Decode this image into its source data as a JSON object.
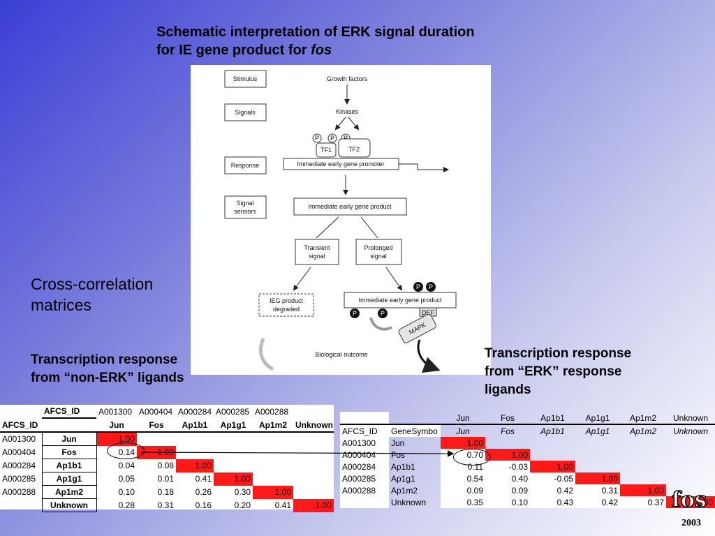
{
  "title": {
    "line1": "Schematic interpretation of ERK signal duration",
    "line2": "for IE gene product for ",
    "italic": "fos"
  },
  "diagram": {
    "labels": {
      "stimulus": "Stimulus",
      "signals": "Signals",
      "response": "Response",
      "signal_sensors_1": "Signal",
      "signal_sensors_2": "sensors",
      "growth_factors": "Growth factors",
      "kinases": "Kinases",
      "tf1": "TF1",
      "tf2": "TF2",
      "p": "P",
      "promoter": "Immediate early gene promoter",
      "product": "Immediate early gene product",
      "transient_1": "Transient",
      "transient_2": "signal",
      "prolonged_1": "Prolonged",
      "prolonged_2": "signal",
      "degraded_1": "IEG product",
      "degraded_2": "degraded",
      "product2": "Immediate early gene product",
      "def": "DEF",
      "mapk": "MAPK",
      "outcome": "Biological outcome"
    }
  },
  "cross_corr": {
    "line1": "Cross-correlation",
    "line2": "matrices"
  },
  "caption_left": {
    "line1": "Transcription response",
    "line2": "from “non-ERK” ligands"
  },
  "caption_right": {
    "line1": "Transcription response",
    "line2": "from “ERK” response",
    "line3": "ligands"
  },
  "left_table": {
    "afcs_header": "AFCS_ID",
    "top_ids": [
      "A001300",
      "A000404",
      "A000284",
      "A000285",
      "A000288"
    ],
    "row_header": "AFCS_ID",
    "columns": [
      "Jun",
      "Fos",
      "Ap1b1",
      "Ap1g1",
      "Ap1m2",
      "Unknown"
    ],
    "rows": [
      {
        "id": "A001300",
        "gene": "Jun",
        "values": [
          "1.00",
          "",
          "",
          "",
          "",
          ""
        ]
      },
      {
        "id": "A000404",
        "gene": "Fos",
        "values": [
          "0.14",
          "1.00",
          "",
          "",
          "",
          ""
        ]
      },
      {
        "id": "A000284",
        "gene": "Ap1b1",
        "values": [
          "0.04",
          "0.08",
          "1.00",
          "",
          "",
          ""
        ]
      },
      {
        "id": "A000285",
        "gene": "Ap1g1",
        "values": [
          "0.05",
          "0.01",
          "0.41",
          "1.00",
          "",
          ""
        ]
      },
      {
        "id": "A000288",
        "gene": "Ap1m2",
        "values": [
          "0.10",
          "0.18",
          "0.26",
          "0.30",
          "1.00",
          ""
        ]
      },
      {
        "id": "",
        "gene": "Unknown",
        "values": [
          "0.28",
          "0.31",
          "0.16",
          "0.20",
          "0.41",
          "1.00"
        ]
      }
    ]
  },
  "right_table": {
    "columns": [
      "Jun",
      "Fos",
      "Ap1b1",
      "Ap1g1",
      "Ap1m2",
      "Unknown"
    ],
    "id_header": "AFCS_ID",
    "symbol_header": "GeneSymbo",
    "rows": [
      {
        "id": "A001300",
        "gene": "Jun",
        "values": [
          "1.00",
          "",
          "",
          "",
          "",
          ""
        ]
      },
      {
        "id": "A000404",
        "gene": "Fos",
        "values": [
          "0.70",
          "1.00",
          "",
          "",
          "",
          ""
        ]
      },
      {
        "id": "A000284",
        "gene": "Ap1b1",
        "values": [
          "0.11",
          "-0.03",
          "1.00",
          "",
          "",
          ""
        ]
      },
      {
        "id": "A000285",
        "gene": "Ap1g1",
        "values": [
          "0.54",
          "0.40",
          "-0.05",
          "1.00",
          "",
          ""
        ]
      },
      {
        "id": "A000288",
        "gene": "Ap1m2",
        "values": [
          "0.09",
          "0.09",
          "0.42",
          "0.31",
          "1.00",
          ""
        ]
      },
      {
        "id": "",
        "gene": "Unknown",
        "values": [
          "0.35",
          "0.10",
          "0.43",
          "0.42",
          "0.37",
          "1.00"
        ]
      }
    ]
  },
  "logo": {
    "text": "fos"
  },
  "year": "2003",
  "colors": {
    "highlight": "#ff1a1a",
    "background_start": "#3a3fd6",
    "background_end": "#ffffff"
  }
}
